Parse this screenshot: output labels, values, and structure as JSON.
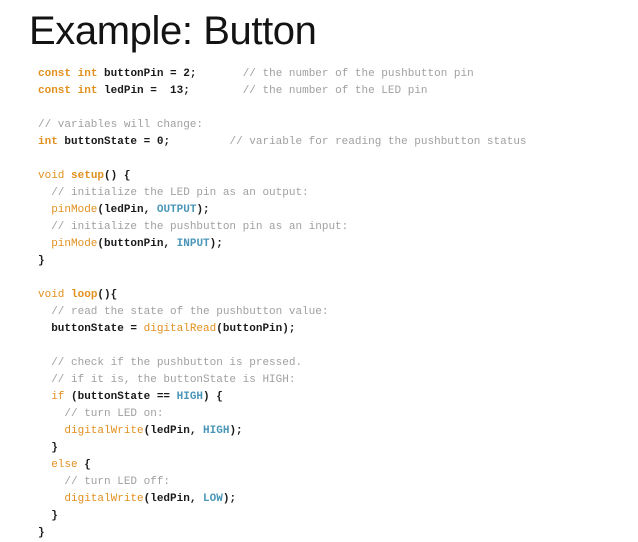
{
  "slide": {
    "title": "Example: Button",
    "background_color": "#ffffff",
    "title_color": "#131313"
  },
  "syntax_colors": {
    "keyword": "#E2901F",
    "function": "#E2901F",
    "constant": "#4A96B8",
    "comment": "#a0a0a0",
    "identifier": "#1a1a1a"
  },
  "code": {
    "language": "arduino-c",
    "lines": [
      {
        "tokens": [
          {
            "t": "const",
            "c": "kw"
          },
          {
            "t": " ",
            "c": "plain"
          },
          {
            "t": "int",
            "c": "kw"
          },
          {
            "t": " ",
            "c": "plain"
          },
          {
            "t": "buttonPin = 2;",
            "c": "id"
          },
          {
            "t": "       ",
            "c": "plain"
          },
          {
            "t": "// the number of the pushbutton pin",
            "c": "cmt"
          }
        ]
      },
      {
        "tokens": [
          {
            "t": "const",
            "c": "kw"
          },
          {
            "t": " ",
            "c": "plain"
          },
          {
            "t": "int",
            "c": "kw"
          },
          {
            "t": " ",
            "c": "plain"
          },
          {
            "t": "ledPin =  13;",
            "c": "id"
          },
          {
            "t": "        ",
            "c": "plain"
          },
          {
            "t": "// the number of the LED pin",
            "c": "cmt"
          }
        ]
      },
      {
        "tokens": []
      },
      {
        "tokens": [
          {
            "t": "// variables will change:",
            "c": "cmt"
          }
        ]
      },
      {
        "tokens": [
          {
            "t": "int",
            "c": "kw"
          },
          {
            "t": " ",
            "c": "plain"
          },
          {
            "t": "buttonState = 0;",
            "c": "id"
          },
          {
            "t": "         ",
            "c": "plain"
          },
          {
            "t": "// variable for reading the pushbutton status",
            "c": "cmt"
          }
        ]
      },
      {
        "tokens": []
      },
      {
        "tokens": [
          {
            "t": "void",
            "c": "fn"
          },
          {
            "t": " ",
            "c": "plain"
          },
          {
            "t": "setup",
            "c": "kw"
          },
          {
            "t": "() {",
            "c": "punc"
          }
        ]
      },
      {
        "tokens": [
          {
            "t": "  ",
            "c": "plain"
          },
          {
            "t": "// initialize the LED pin as an output:",
            "c": "cmt"
          }
        ]
      },
      {
        "tokens": [
          {
            "t": "  ",
            "c": "plain"
          },
          {
            "t": "pinMode",
            "c": "fn"
          },
          {
            "t": "(ledPin, ",
            "c": "id"
          },
          {
            "t": "OUTPUT",
            "c": "const"
          },
          {
            "t": ");",
            "c": "id"
          }
        ]
      },
      {
        "tokens": [
          {
            "t": "  ",
            "c": "plain"
          },
          {
            "t": "// initialize the pushbutton pin as an input:",
            "c": "cmt"
          }
        ]
      },
      {
        "tokens": [
          {
            "t": "  ",
            "c": "plain"
          },
          {
            "t": "pinMode",
            "c": "fn"
          },
          {
            "t": "(buttonPin, ",
            "c": "id"
          },
          {
            "t": "INPUT",
            "c": "const"
          },
          {
            "t": ");",
            "c": "id"
          }
        ]
      },
      {
        "tokens": [
          {
            "t": "}",
            "c": "punc"
          }
        ]
      },
      {
        "tokens": []
      },
      {
        "tokens": [
          {
            "t": "void",
            "c": "fn"
          },
          {
            "t": " ",
            "c": "plain"
          },
          {
            "t": "loop",
            "c": "kw"
          },
          {
            "t": "(){",
            "c": "punc"
          }
        ]
      },
      {
        "tokens": [
          {
            "t": "  ",
            "c": "plain"
          },
          {
            "t": "// read the state of the pushbutton value:",
            "c": "cmt"
          }
        ]
      },
      {
        "tokens": [
          {
            "t": "  ",
            "c": "plain"
          },
          {
            "t": "buttonState = ",
            "c": "id"
          },
          {
            "t": "digitalRead",
            "c": "fn"
          },
          {
            "t": "(buttonPin);",
            "c": "id"
          }
        ]
      },
      {
        "tokens": []
      },
      {
        "tokens": [
          {
            "t": "  ",
            "c": "plain"
          },
          {
            "t": "// check if the pushbutton is pressed.",
            "c": "cmt"
          }
        ]
      },
      {
        "tokens": [
          {
            "t": "  ",
            "c": "plain"
          },
          {
            "t": "// if it is, the buttonState is HIGH:",
            "c": "cmt"
          }
        ]
      },
      {
        "tokens": [
          {
            "t": "  ",
            "c": "plain"
          },
          {
            "t": "if",
            "c": "fn"
          },
          {
            "t": " (buttonState == ",
            "c": "id"
          },
          {
            "t": "HIGH",
            "c": "const"
          },
          {
            "t": ") {",
            "c": "id"
          }
        ]
      },
      {
        "tokens": [
          {
            "t": "    ",
            "c": "plain"
          },
          {
            "t": "// turn LED on:",
            "c": "cmt"
          }
        ]
      },
      {
        "tokens": [
          {
            "t": "    ",
            "c": "plain"
          },
          {
            "t": "digitalWrite",
            "c": "fn"
          },
          {
            "t": "(ledPin, ",
            "c": "id"
          },
          {
            "t": "HIGH",
            "c": "const"
          },
          {
            "t": ");",
            "c": "id"
          }
        ]
      },
      {
        "tokens": [
          {
            "t": "  }",
            "c": "punc"
          }
        ]
      },
      {
        "tokens": [
          {
            "t": "  ",
            "c": "plain"
          },
          {
            "t": "else",
            "c": "fn"
          },
          {
            "t": " {",
            "c": "id"
          }
        ]
      },
      {
        "tokens": [
          {
            "t": "    ",
            "c": "plain"
          },
          {
            "t": "// turn LED off:",
            "c": "cmt"
          }
        ]
      },
      {
        "tokens": [
          {
            "t": "    ",
            "c": "plain"
          },
          {
            "t": "digitalWrite",
            "c": "fn"
          },
          {
            "t": "(ledPin, ",
            "c": "id"
          },
          {
            "t": "LOW",
            "c": "const"
          },
          {
            "t": ");",
            "c": "id"
          }
        ]
      },
      {
        "tokens": [
          {
            "t": "  }",
            "c": "punc"
          }
        ]
      },
      {
        "tokens": [
          {
            "t": "}",
            "c": "punc"
          }
        ]
      }
    ]
  }
}
